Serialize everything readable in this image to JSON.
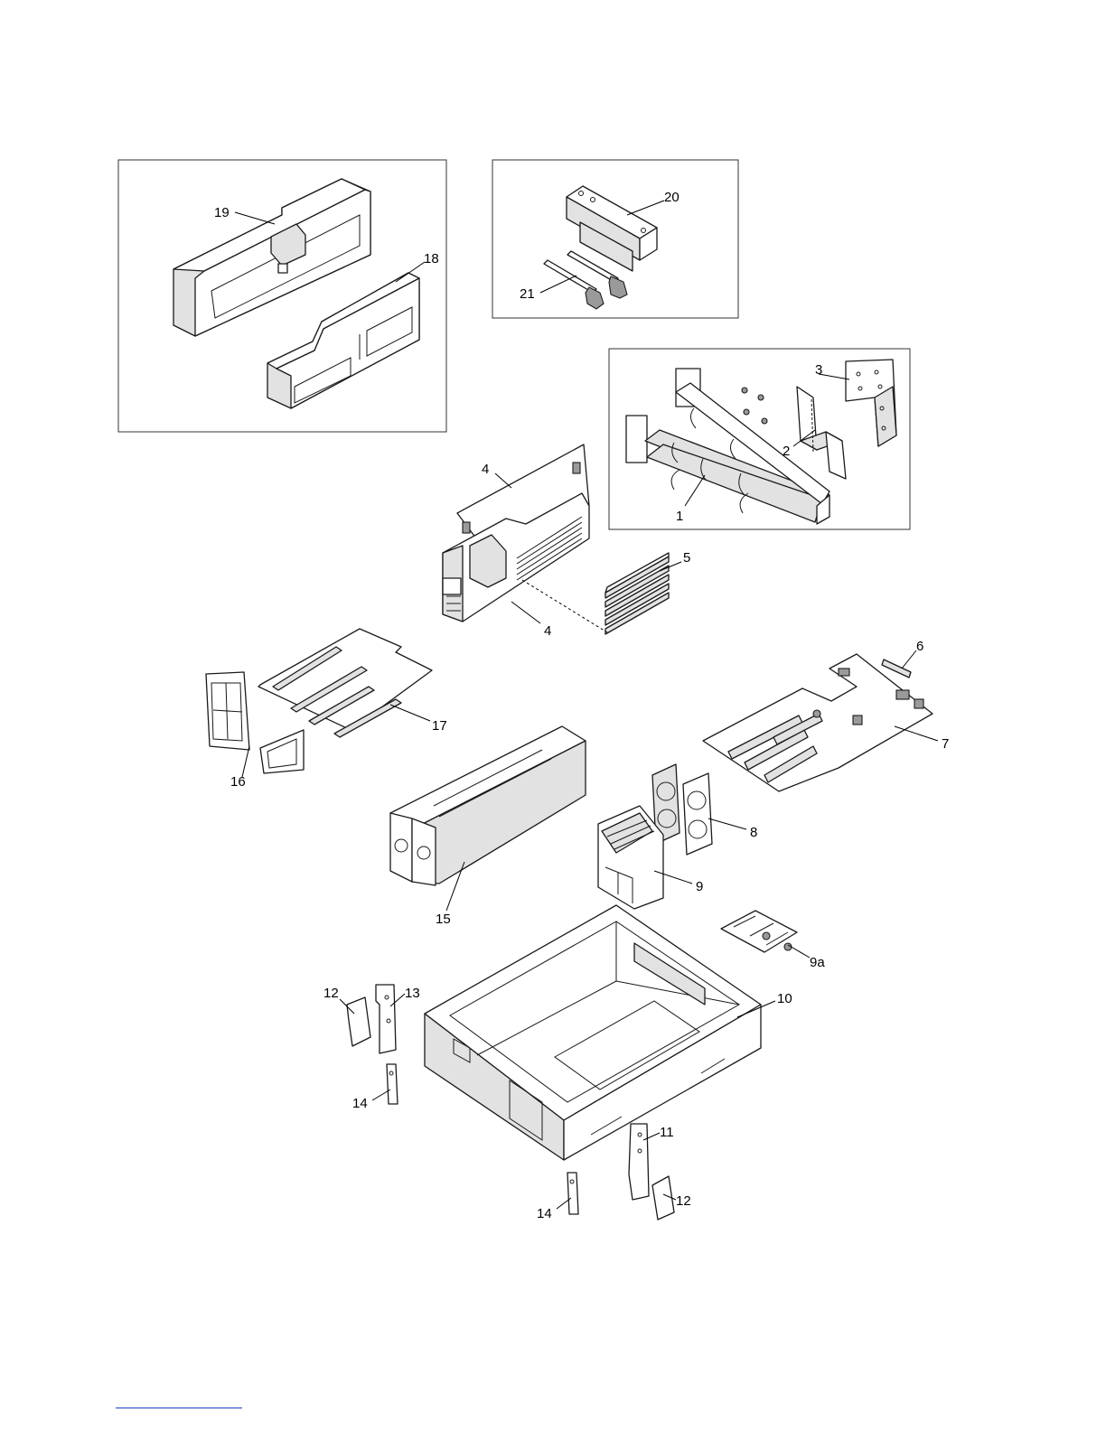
{
  "callouts": {
    "c1": "1",
    "c2": "2",
    "c3": "3",
    "c4a": "4",
    "c4b": "4",
    "c5": "5",
    "c6": "6",
    "c7": "7",
    "c8": "8",
    "c9": "9",
    "c9a": "9a",
    "c10": "10",
    "c11": "11",
    "c12a": "12",
    "c12b": "12",
    "c13": "13",
    "c14a": "14",
    "c14b": "14",
    "c15": "15",
    "c16": "16",
    "c17": "17",
    "c18": "18",
    "c19": "19",
    "c20": "20",
    "c21": "21"
  },
  "colors": {
    "line": "#1a1a1a",
    "shade": "#e2e2e2",
    "footer_rule": "#1f3fbf"
  }
}
